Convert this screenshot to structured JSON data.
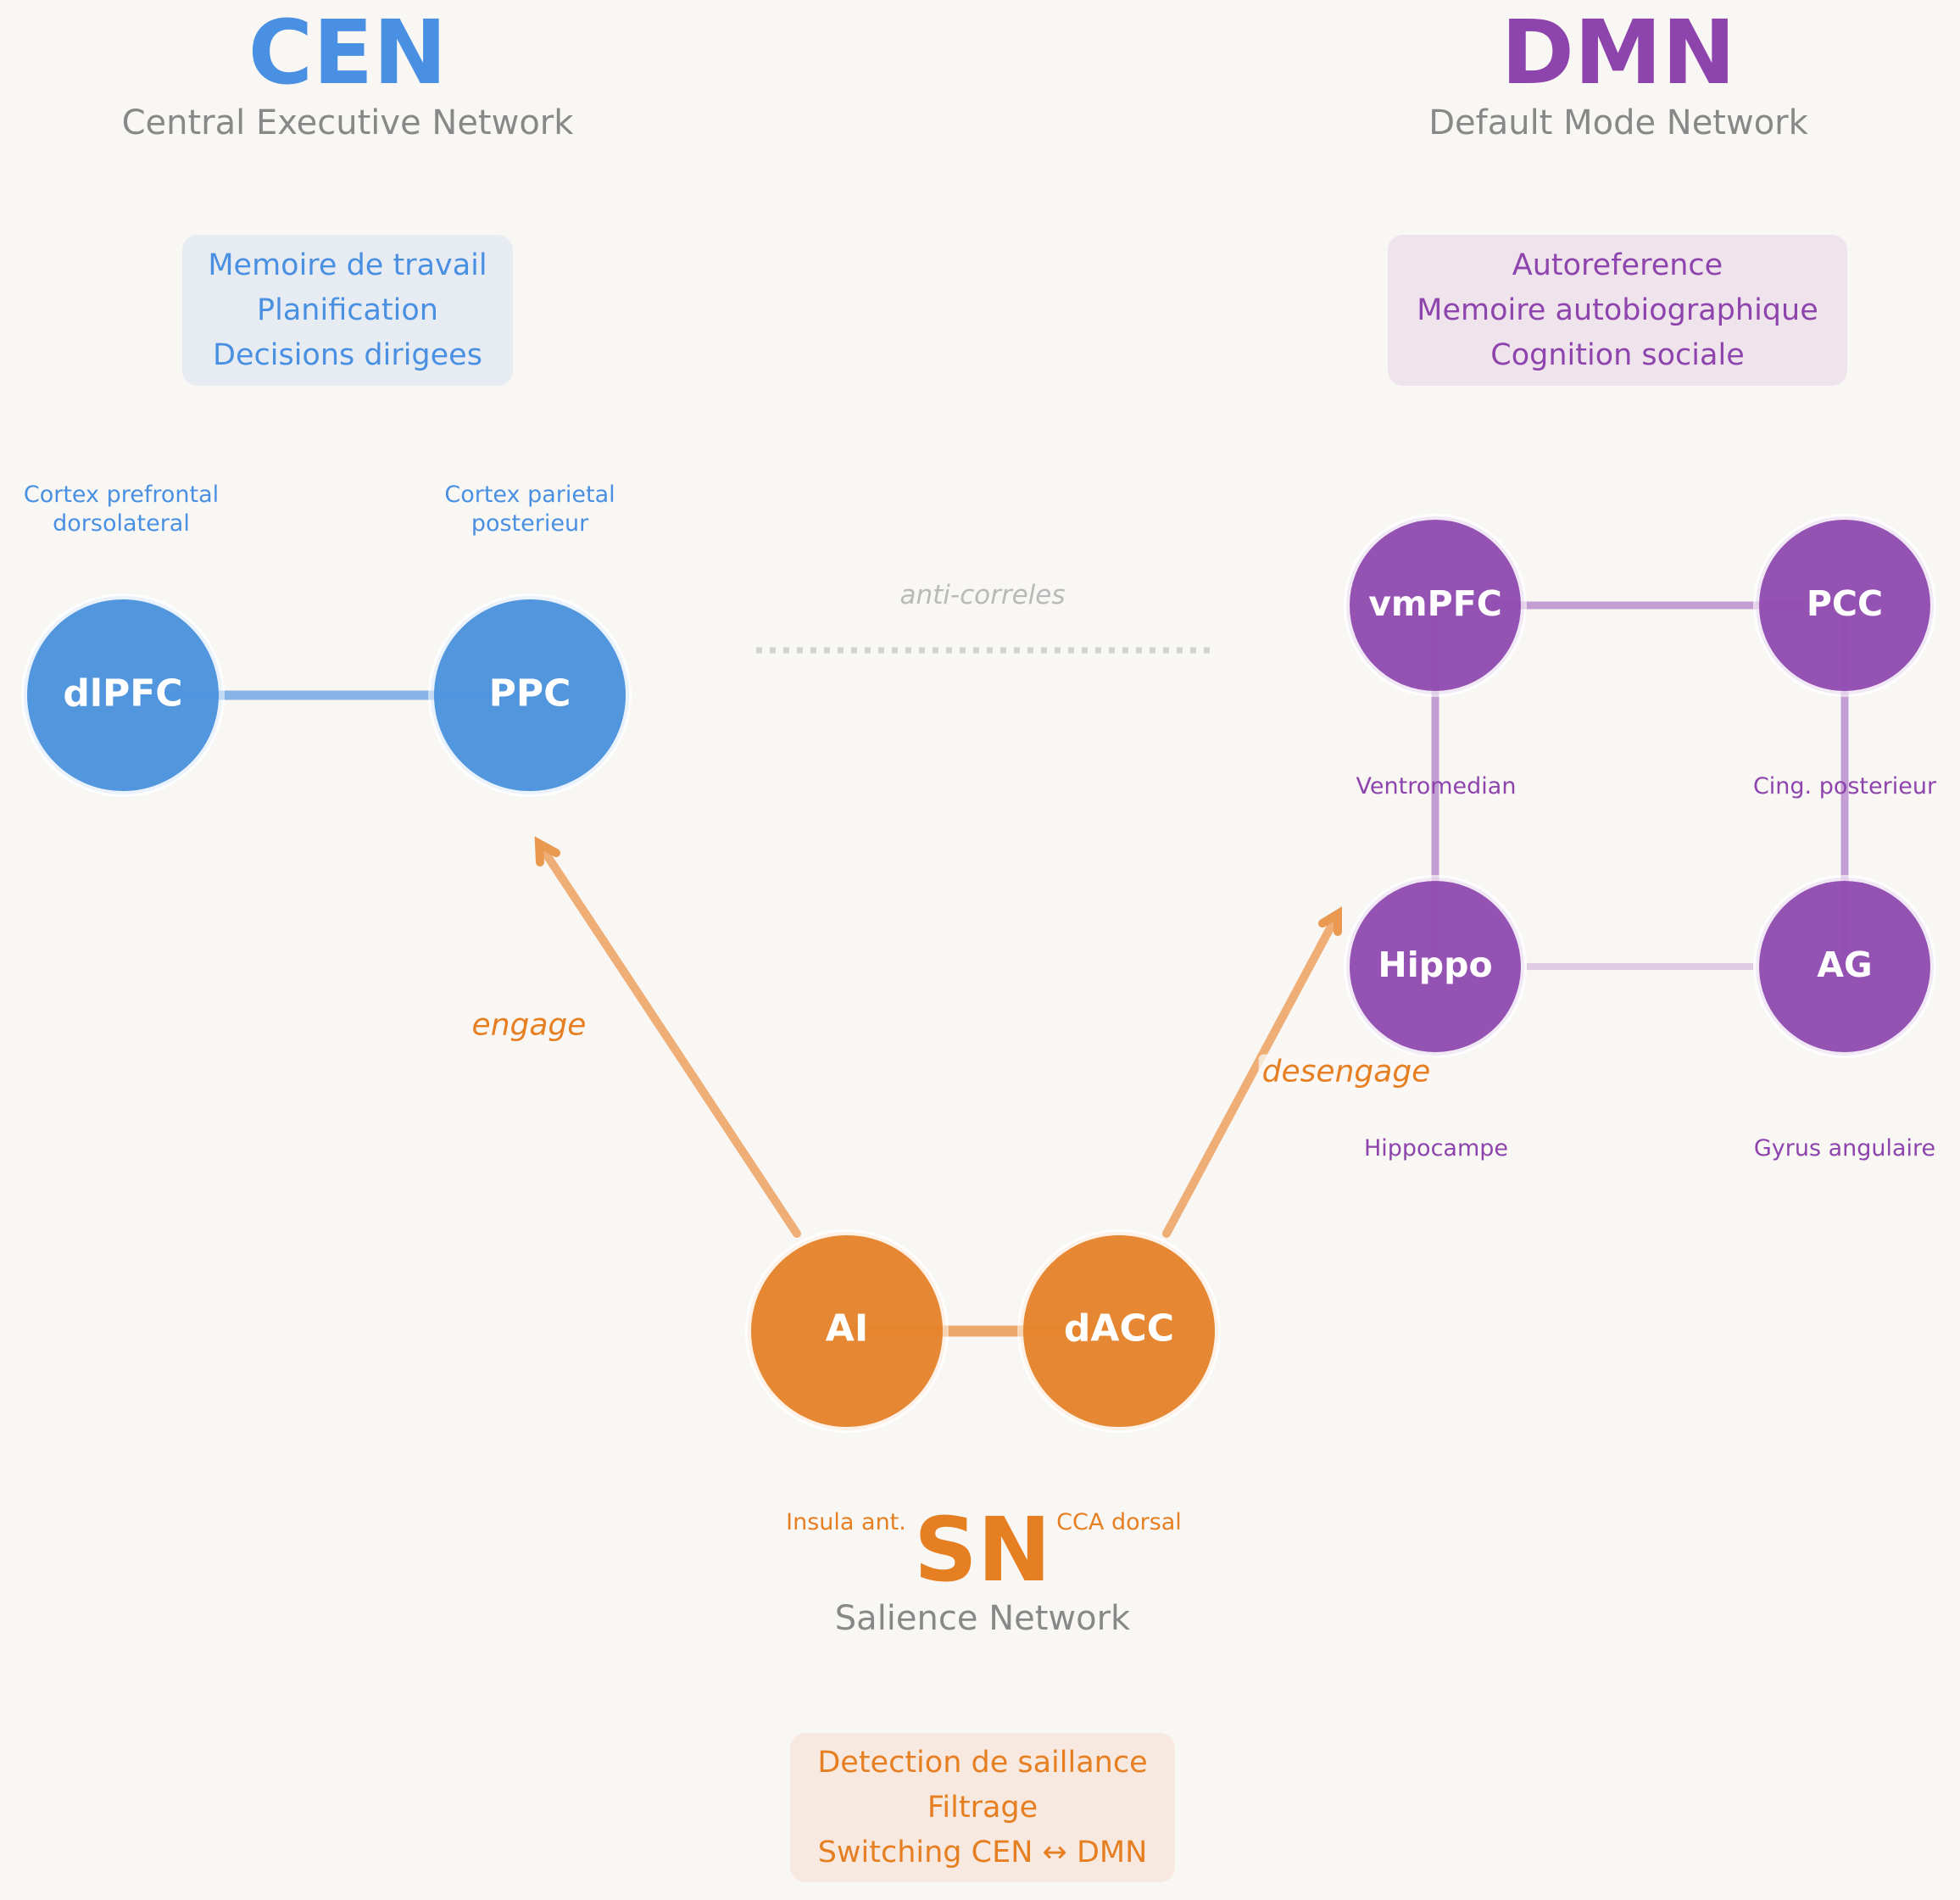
{
  "colors": {
    "background": "#f9f7f4",
    "cen": "#4a90e2",
    "cen_node": "#5296de",
    "cen_edge": "#9dc1e9",
    "cen_box": "#e7ecf3",
    "dmn": "#8e44ad",
    "dmn_node": "#9452b2",
    "dmn_edge": "#cdafd9",
    "dmn_edge_light": "#e0cbe5",
    "dmn_box": "#efe4ec",
    "sn": "#e67e22",
    "sn_node": "#e68833",
    "sn_edge": "#efb584",
    "sn_box": "#f7e9df",
    "subtitle": "#888888",
    "anti": "#c8c8c8"
  },
  "networks": {
    "cen": {
      "abbr": "CEN",
      "name": "Central Executive Network",
      "functions": [
        "Memoire de travail",
        "Planification",
        "Decisions dirigees"
      ]
    },
    "dmn": {
      "abbr": "DMN",
      "name": "Default Mode Network",
      "functions": [
        "Autoreference",
        "Memoire autobiographique",
        "Cognition sociale"
      ]
    },
    "sn": {
      "abbr": "SN",
      "name": "Salience Network",
      "functions": [
        "Detection de saillance",
        "Filtrage",
        "Switching CEN ↔ DMN"
      ]
    }
  },
  "nodes": [
    {
      "id": "dlPFC",
      "label": "dlPFC",
      "network": "cen",
      "region": [
        "Cortex prefrontal",
        "dorsolateral"
      ]
    },
    {
      "id": "PPC",
      "label": "PPC",
      "network": "cen",
      "region": [
        "Cortex parietal",
        "posterieur"
      ]
    },
    {
      "id": "vmPFC",
      "label": "vmPFC",
      "network": "dmn",
      "region": [
        "Ventromedian"
      ]
    },
    {
      "id": "PCC",
      "label": "PCC",
      "network": "dmn",
      "region": [
        "Cing. posterieur"
      ]
    },
    {
      "id": "Hippo",
      "label": "Hippo",
      "network": "dmn",
      "region": [
        "Hippocampe"
      ]
    },
    {
      "id": "AG",
      "label": "AG",
      "network": "dmn",
      "region": [
        "Gyrus angulaire"
      ]
    },
    {
      "id": "AI",
      "label": "AI",
      "network": "sn",
      "region": [
        "Insula ant."
      ]
    },
    {
      "id": "dACC",
      "label": "dACC",
      "network": "sn",
      "region": [
        "CCA dorsal"
      ]
    }
  ],
  "edges": [
    {
      "from": "dlPFC",
      "to": "PPC",
      "type": "within"
    },
    {
      "from": "vmPFC",
      "to": "PCC",
      "type": "within"
    },
    {
      "from": "vmPFC",
      "to": "Hippo",
      "type": "within"
    },
    {
      "from": "PCC",
      "to": "AG",
      "type": "within"
    },
    {
      "from": "Hippo",
      "to": "AG",
      "type": "within-light"
    },
    {
      "from": "AI",
      "to": "dACC",
      "type": "within"
    }
  ],
  "arrows": [
    {
      "from": "AI",
      "to": "PPC",
      "label": "engage"
    },
    {
      "from": "dACC",
      "to": "Hippo",
      "label": "desengage"
    }
  ],
  "anticorrelation": {
    "between": [
      "CEN",
      "DMN"
    ],
    "label": "anti-correles"
  }
}
